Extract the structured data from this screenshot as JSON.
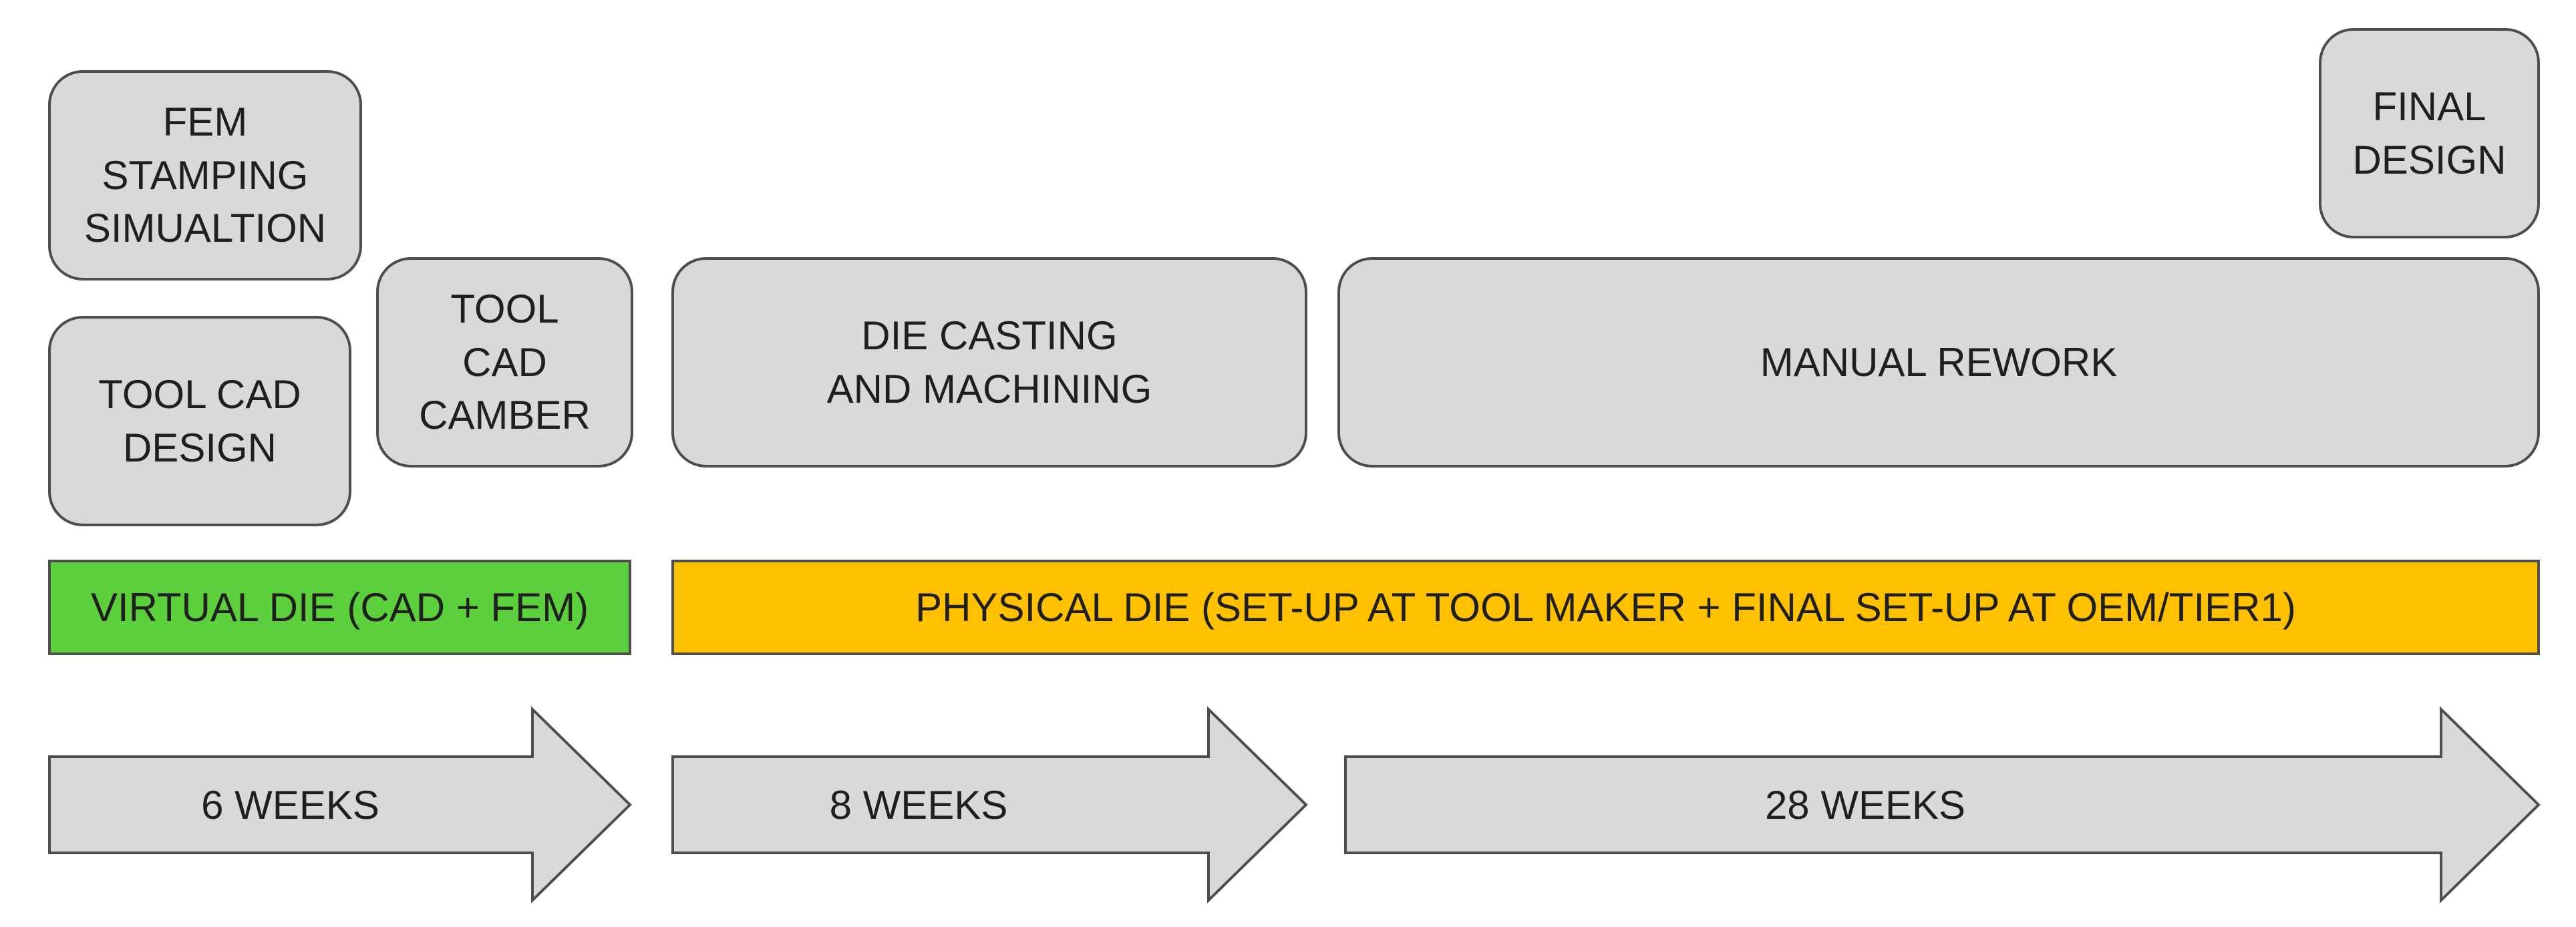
{
  "steps": {
    "fem_sim": "FEM\nSTAMPING\nSIMUALTION",
    "tool_cad_design": "TOOL CAD\nDESIGN",
    "tool_cad_camber": "TOOL\nCAD\nCAMBER",
    "die_casting": "DIE CASTING\nAND MACHINING",
    "manual_rework": "MANUAL REWORK",
    "final_design": "FINAL\nDESIGN"
  },
  "phases": {
    "virtual": {
      "label": "VIRTUAL DIE (CAD + FEM)",
      "color": "#5ccf3c"
    },
    "physical": {
      "label": "PHYSICAL DIE (SET-UP AT TOOL MAKER + FINAL SET-UP AT OEM/TIER1)",
      "color": "#ffc000"
    }
  },
  "durations": [
    "6 WEEKS",
    "8 WEEKS",
    "28 WEEKS"
  ],
  "colors": {
    "box_fill": "#d9d9d9",
    "outline": "#4d4d4d"
  }
}
